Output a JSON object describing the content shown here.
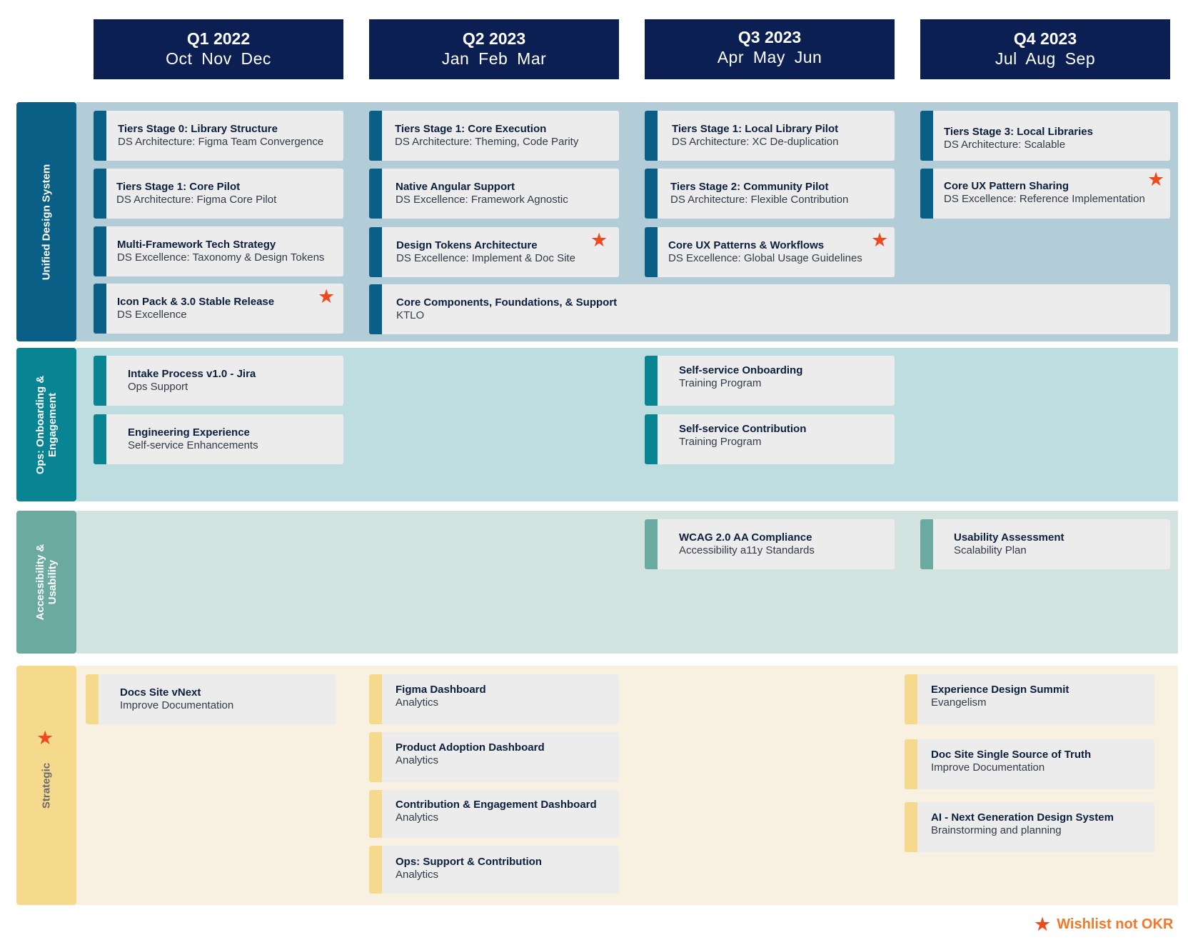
{
  "quarters": [
    {
      "title": "Q1 2022",
      "months": "Oct  Nov  Dec"
    },
    {
      "title": "Q2 2023",
      "months": "Jan  Feb  Mar"
    },
    {
      "title": "Q3 2023",
      "months": "Apr  May   Jun"
    },
    {
      "title": "Q4 2023",
      "months": "Jul  Aug  Sep"
    }
  ],
  "lanes": [
    {
      "label": "Unified Design System",
      "color": "#0a5f87",
      "band_color": "#b2ccd8",
      "bar_color": "#0a5f87"
    },
    {
      "label": "Ops: Onboarding &\nEngagement",
      "color": "#088493",
      "band_color": "#bddde0",
      "bar_color": "#088493"
    },
    {
      "label": "Accessibility &\nUsability",
      "color": "#6aaaa0",
      "band_color": "#d2e3e0",
      "bar_color": "#6aaaa0"
    },
    {
      "label": "Strategic",
      "color": "#f5d98c",
      "band_color": "#f8f1e2",
      "bar_color": "#f5d98c",
      "label_color": "#6b6b6b"
    }
  ],
  "cards": [
    {
      "title": "Tiers Stage 0: Library Structure",
      "subtitle": "DS Architecture: Figma Team Convergence",
      "lane": "Unified Design System",
      "quarter": "Q1 2022",
      "wishlist": false
    },
    {
      "title": "Tiers Stage 1: Core Pilot",
      "subtitle": "DS Architecture: Figma Core Pilot",
      "lane": "Unified Design System",
      "quarter": "Q1 2022",
      "wishlist": false
    },
    {
      "title": "Multi-Framework Tech Strategy",
      "subtitle": "DS Excellence: Taxonomy & Design Tokens",
      "lane": "Unified Design System",
      "quarter": "Q1 2022",
      "wishlist": false
    },
    {
      "title": "Icon Pack & 3.0 Stable Release",
      "subtitle": "DS Excellence",
      "lane": "Unified Design System",
      "quarter": "Q1 2022",
      "wishlist": true
    },
    {
      "title": "Tiers Stage 1: Core Execution",
      "subtitle": "DS Architecture: Theming, Code Parity",
      "lane": "Unified Design System",
      "quarter": "Q2 2023",
      "wishlist": false
    },
    {
      "title": "Native Angular Support",
      "subtitle": "DS Excellence: Framework Agnostic",
      "lane": "Unified Design System",
      "quarter": "Q2 2023",
      "wishlist": false
    },
    {
      "title": "Design Tokens Architecture",
      "subtitle": "DS Excellence: Implement & Doc Site",
      "lane": "Unified Design System",
      "quarter": "Q2 2023",
      "wishlist": true
    },
    {
      "title": "Core Components, Foundations, & Support",
      "subtitle": "KTLO",
      "lane": "Unified Design System",
      "quarter": "Q2 2023",
      "wishlist": false
    },
    {
      "title": "Tiers Stage 1: Local Library Pilot",
      "subtitle": "DS Architecture: XC De-duplication",
      "lane": "Unified Design System",
      "quarter": "Q3 2023",
      "wishlist": false
    },
    {
      "title": "Tiers Stage 2: Community Pilot",
      "subtitle": "DS Architecture: Flexible Contribution",
      "lane": "Unified Design System",
      "quarter": "Q3 2023",
      "wishlist": false
    },
    {
      "title": "Core UX Patterns & Workflows",
      "subtitle": "DS Excellence: Global Usage Guidelines",
      "lane": "Unified Design System",
      "quarter": "Q3 2023",
      "wishlist": true
    },
    {
      "title": "Tiers Stage 3: Local Libraries",
      "subtitle": "DS Architecture: Scalable",
      "lane": "Unified Design System",
      "quarter": "Q4 2023",
      "wishlist": false
    },
    {
      "title": "Core UX Pattern Sharing",
      "subtitle": "DS Excellence: Reference Implementation",
      "lane": "Unified Design System",
      "quarter": "Q4 2023",
      "wishlist": true
    },
    {
      "title": "Intake Process v1.0 - Jira",
      "subtitle": "Ops Support",
      "lane": "Ops: Onboarding & Engagement",
      "quarter": "Q1 2022",
      "wishlist": false
    },
    {
      "title": "Engineering Experience",
      "subtitle": "Self-service Enhancements",
      "lane": "Ops: Onboarding & Engagement",
      "quarter": "Q1 2022",
      "wishlist": false
    },
    {
      "title": "Self-service Onboarding",
      "subtitle": "Training Program",
      "lane": "Ops: Onboarding & Engagement",
      "quarter": "Q3 2023",
      "wishlist": false
    },
    {
      "title": "Self-service Contribution",
      "subtitle": "Training Program",
      "lane": "Ops: Onboarding & Engagement",
      "quarter": "Q3 2023",
      "wishlist": false
    },
    {
      "title": "WCAG 2.0 AA Compliance",
      "subtitle": "Accessibility a11y Standards",
      "lane": "Accessibility & Usability",
      "quarter": "Q3 2023",
      "wishlist": false
    },
    {
      "title": "Usability Assessment",
      "subtitle": "Scalability Plan",
      "lane": "Accessibility & Usability",
      "quarter": "Q4 2023",
      "wishlist": false
    },
    {
      "title": "Docs Site vNext",
      "subtitle": "Improve Documentation",
      "lane": "Strategic",
      "quarter": "Q1 2022",
      "wishlist": false
    },
    {
      "title": "Figma Dashboard",
      "subtitle": "Analytics",
      "lane": "Strategic",
      "quarter": "Q2 2023",
      "wishlist": false
    },
    {
      "title": "Product Adoption Dashboard",
      "subtitle": "Analytics",
      "lane": "Strategic",
      "quarter": "Q2 2023",
      "wishlist": false
    },
    {
      "title": "Contribution & Engagement Dashboard",
      "subtitle": "Analytics",
      "lane": "Strategic",
      "quarter": "Q2 2023",
      "wishlist": false
    },
    {
      "title": "Ops: Support & Contribution",
      "subtitle": "Analytics",
      "lane": "Strategic",
      "quarter": "Q2 2023",
      "wishlist": false
    },
    {
      "title": "Experience Design Summit",
      "subtitle": "Evangelism",
      "lane": "Strategic",
      "quarter": "Q4 2023",
      "wishlist": false
    },
    {
      "title": "Doc Site Single Source of Truth",
      "subtitle": "Improve Documentation",
      "lane": "Strategic",
      "quarter": "Q4 2023",
      "wishlist": false
    },
    {
      "title": "AI - Next Generation Design System",
      "subtitle": "Brainstorming and planning",
      "lane": "Strategic",
      "quarter": "Q4 2023",
      "wishlist": false
    }
  ],
  "strategic_icon": "star-icon",
  "legend": {
    "icon": "star-icon",
    "label": "Wishlist not OKR",
    "color": "#ef4a1e"
  },
  "colors": {
    "header_bg": "#0c1f52",
    "card_bg": "#ececec",
    "star": "#ef4a1e"
  }
}
